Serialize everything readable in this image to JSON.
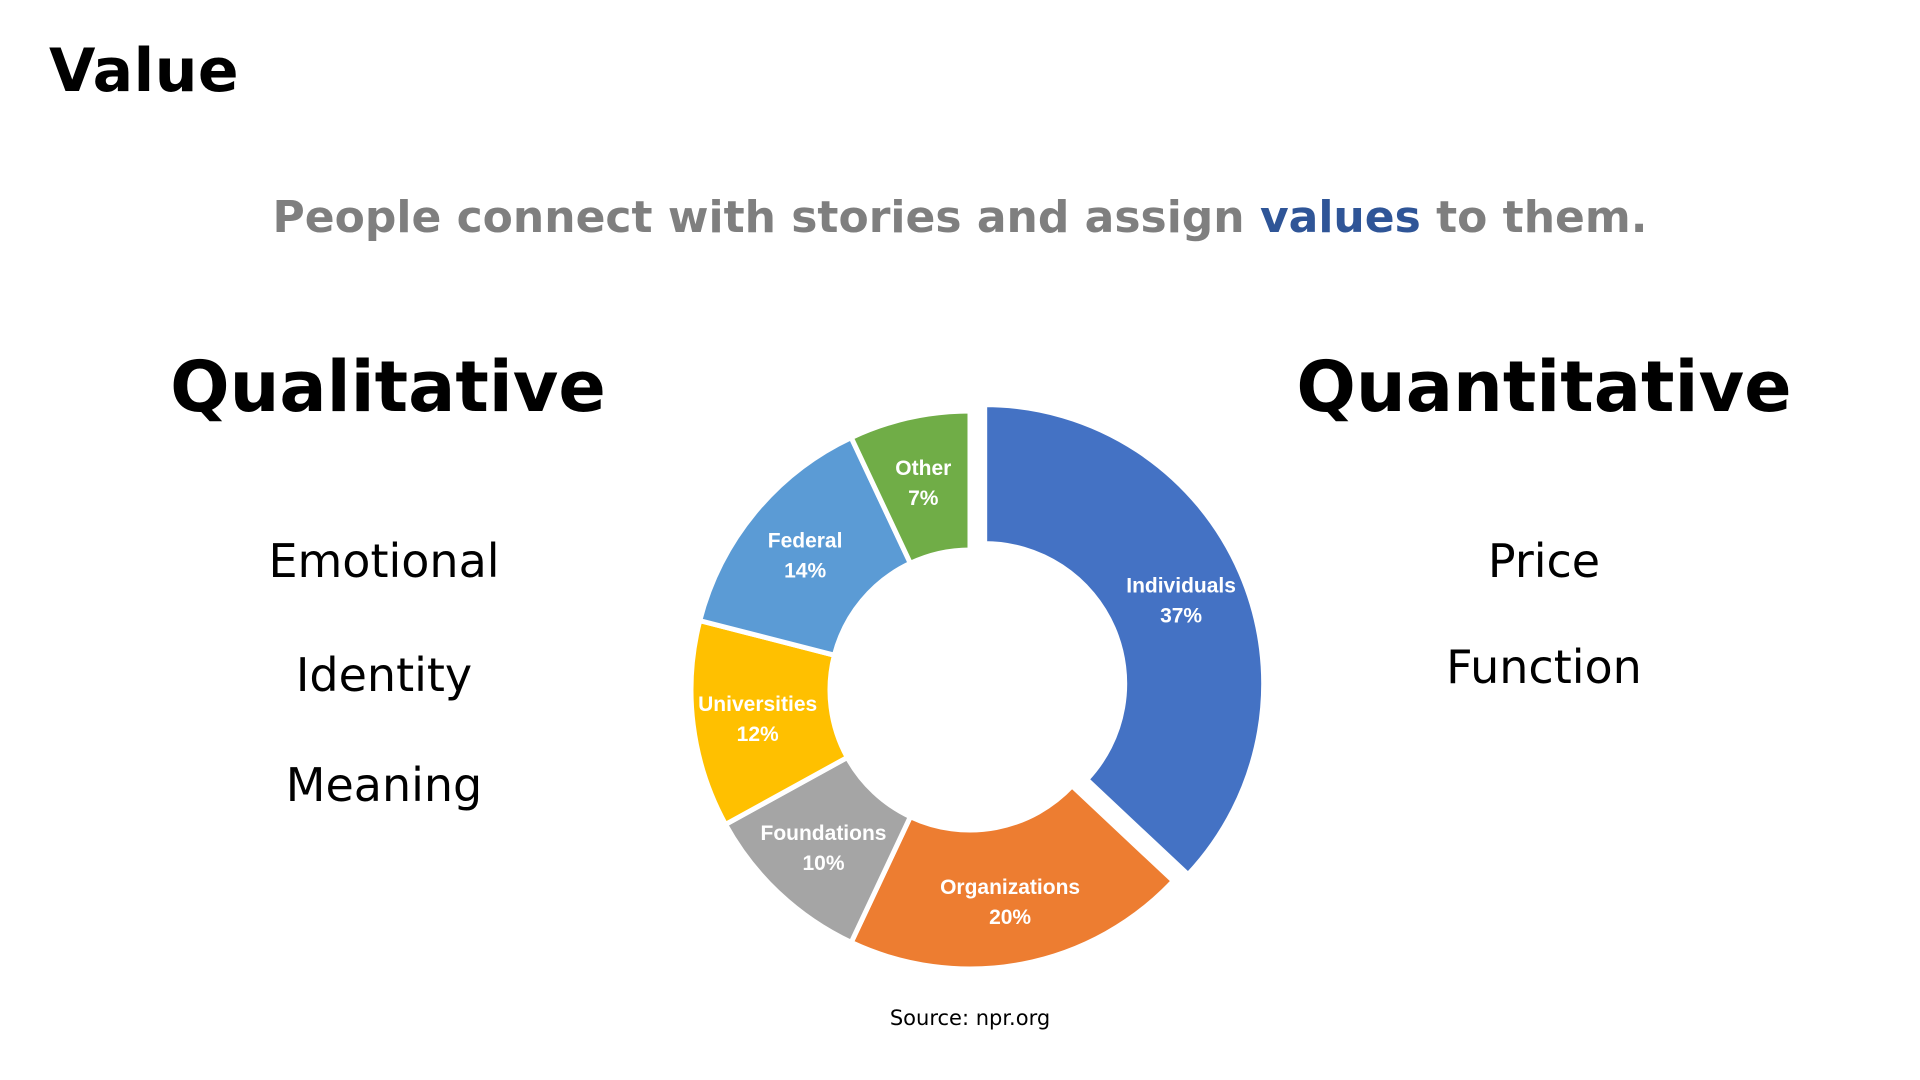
{
  "slide": {
    "title": "Value",
    "subtitle_pre": "People connect with stories and assign ",
    "subtitle_highlight": "values",
    "subtitle_post": " to them.",
    "highlight_color": "#2f5597"
  },
  "left_column": {
    "heading": "Qualitative",
    "items": [
      "Emotional",
      "Identity",
      "Meaning"
    ]
  },
  "right_column": {
    "heading": "Quantitative",
    "items": [
      "Price",
      "Function"
    ]
  },
  "source": "Source: npr.org",
  "chart_data": {
    "type": "pie",
    "style": "donut",
    "title": "",
    "categories": [
      "Individuals",
      "Organizations",
      "Foundations",
      "Universities",
      "Federal",
      "Other"
    ],
    "values": [
      37,
      20,
      10,
      12,
      14,
      7
    ],
    "labels": [
      "37%",
      "20%",
      "10%",
      "12%",
      "14%",
      "7%"
    ],
    "colors": [
      "#4472c4",
      "#ed7d31",
      "#a5a5a5",
      "#ffc000",
      "#5b9bd5",
      "#70ad47"
    ],
    "exploded": [
      "Individuals"
    ],
    "legend": "none",
    "data_labels": "inside"
  }
}
